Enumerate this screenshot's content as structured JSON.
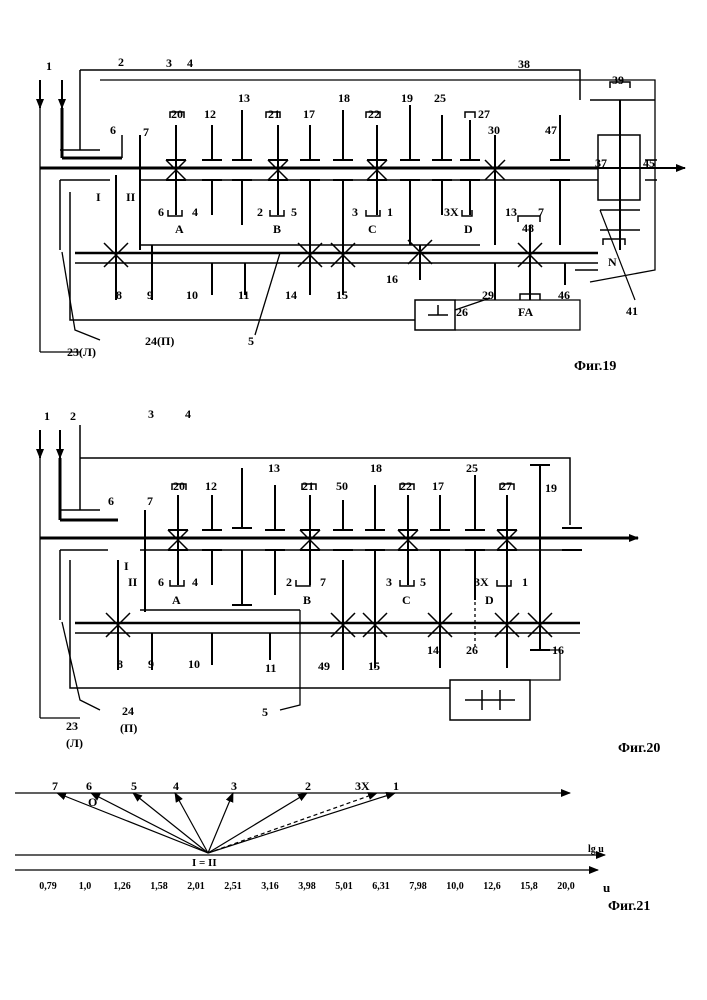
{
  "fig19": {
    "caption": "Фиг.19",
    "labels": {
      "n1": "1",
      "n2": "2",
      "n3": "3",
      "n4": "4",
      "n38": "38",
      "n39": "39",
      "n6": "6",
      "n7": "7",
      "n20": "20",
      "n12": "12",
      "n13": "13",
      "n21": "21",
      "n17": "17",
      "n18": "18",
      "n22": "22",
      "n19": "19",
      "n25": "25",
      "n27": "27",
      "n30": "30",
      "n47": "47",
      "n37": "37",
      "n45": "45",
      "n48": "48",
      "rI": "I",
      "rII": "II",
      "g6A": "6",
      "g4A": "4",
      "gA": "A",
      "g2B": "2",
      "g5B": "5",
      "gB": "B",
      "g3C": "3",
      "g1C": "1",
      "gC": "C",
      "g3XD": "3X",
      "gD": "D",
      "g13": "13",
      "g7": "7",
      "n16": "16",
      "n29": "29",
      "n46": "46",
      "gN": "N",
      "gFA": "FA",
      "n41": "41",
      "n8": "8",
      "n9": "9",
      "n10": "10",
      "n11": "11",
      "n14": "14",
      "n15": "15",
      "n26": "26",
      "n24": "24(П)",
      "n5": "5",
      "n23": "23(Л)"
    }
  },
  "fig20": {
    "caption": "Фиг.20",
    "labels": {
      "n1": "1",
      "n2": "2",
      "n3": "3",
      "n4": "4",
      "n6": "6",
      "n7": "7",
      "n20": "20",
      "n12": "12",
      "n13": "13",
      "n21": "21",
      "n50": "50",
      "n18": "18",
      "n22": "22",
      "n17": "17",
      "n25": "25",
      "n27": "27",
      "n19": "19",
      "rI": "I",
      "rII": "II",
      "g6A": "6",
      "g4A": "4",
      "gA": "A",
      "g2B": "2",
      "g7B": "7",
      "gB": "B",
      "g3C": "3",
      "g5C": "5",
      "gC": "C",
      "g3XD": "3X",
      "g1D": "1",
      "gD": "D",
      "n8": "8",
      "n9": "9",
      "n10": "10",
      "n11": "11",
      "n49": "49",
      "n15": "15",
      "n14": "14",
      "n26": "26",
      "n16": "16",
      "n24": "24",
      "n24b": "(П)",
      "n5": "5",
      "n23": "23",
      "n23b": "(Л)"
    }
  },
  "fig21": {
    "caption": "Фиг.21",
    "gear_labels": [
      "7",
      "6",
      "5",
      "4",
      "3",
      "2",
      "3X",
      "1"
    ],
    "label_O": "O",
    "label_origin": "I = II",
    "axis_lg": "lg u",
    "axis_u": "u",
    "scale_values": [
      "0,79",
      "1,0",
      "1,26",
      "1,58",
      "2,01",
      "2,51",
      "3,16",
      "3,98",
      "5,01",
      "6,31",
      "7,98",
      "10,0",
      "12,6",
      "15,8",
      "20,0"
    ]
  }
}
